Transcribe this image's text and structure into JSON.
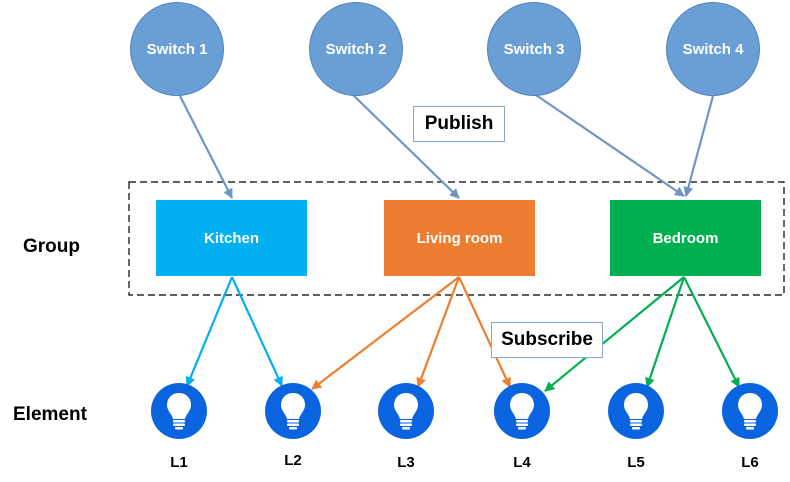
{
  "switches": [
    {
      "label": "Switch 1"
    },
    {
      "label": "Switch 2"
    },
    {
      "label": "Switch 3"
    },
    {
      "label": "Switch 4"
    }
  ],
  "groups": [
    {
      "label": "Kitchen",
      "color": "#00b0f0"
    },
    {
      "label": "Living room",
      "color": "#ed7d31"
    },
    {
      "label": "Bedroom",
      "color": "#00b050"
    }
  ],
  "elements": [
    {
      "label": "L1"
    },
    {
      "label": "L2"
    },
    {
      "label": "L3"
    },
    {
      "label": "L4"
    },
    {
      "label": "L5"
    },
    {
      "label": "L6"
    }
  ],
  "labels": {
    "group": "Group",
    "element": "Element",
    "publish": "Publish",
    "subscribe": "Subscribe"
  },
  "colors": {
    "switch_fill": "#6a9fd6",
    "publish_arrow": "#6f95c5",
    "bulb_fill": "#0a64e0"
  },
  "connections": {
    "publish": [
      {
        "from": "Switch 1",
        "to": "Kitchen"
      },
      {
        "from": "Switch 2",
        "to": "Living room"
      },
      {
        "from": "Switch 3",
        "to": "Bedroom"
      },
      {
        "from": "Switch 4",
        "to": "Bedroom"
      }
    ],
    "subscribe": [
      {
        "from": "Kitchen",
        "to": "L1"
      },
      {
        "from": "Kitchen",
        "to": "L2"
      },
      {
        "from": "Living room",
        "to": "L2"
      },
      {
        "from": "Living room",
        "to": "L3"
      },
      {
        "from": "Living room",
        "to": "L4"
      },
      {
        "from": "Bedroom",
        "to": "L4"
      },
      {
        "from": "Bedroom",
        "to": "L5"
      },
      {
        "from": "Bedroom",
        "to": "L6"
      }
    ]
  }
}
